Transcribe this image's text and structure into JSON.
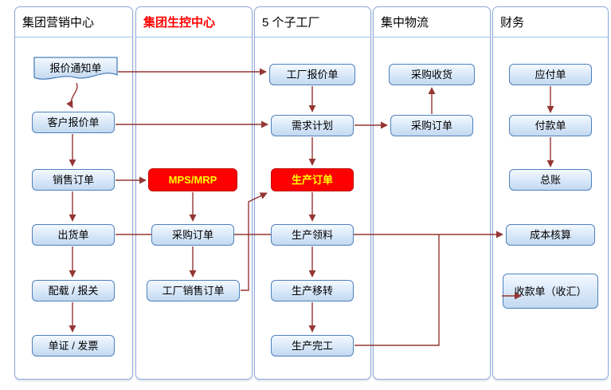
{
  "columns": [
    {
      "title": "集团营销中心",
      "color": "#000000"
    },
    {
      "title": "集团生控中心",
      "color": "#ff0000"
    },
    {
      "title": "5 个子工厂",
      "color": "#000000"
    },
    {
      "title": "集中物流",
      "color": "#000000"
    },
    {
      "title": "财务",
      "color": "#000000"
    }
  ],
  "nodes": {
    "quote_notice": "报价通知单",
    "customer_quote": "客户报价单",
    "sales_order": "销售订单",
    "shipment": "出货单",
    "loading_customs": "配载 / 报关",
    "docs_invoice": "单证 / 发票",
    "mps_mrp": "MPS/MRP",
    "group_purchase_order": "采购订单",
    "factory_sales_order": "工厂销售订单",
    "factory_quote": "工厂报价单",
    "demand_plan": "需求计划",
    "production_order": "生产订单",
    "production_picking": "生产领料",
    "production_transfer": "生产移转",
    "production_completion": "生产完工",
    "purchase_receipt": "采购收货",
    "logistics_purchase_order": "采购订单",
    "payable": "应付单",
    "payment": "付款单",
    "general_ledger": "总账",
    "cost_accounting": "成本核算",
    "receipt_collection": "收款单（收汇）"
  },
  "colors": {
    "arrow": "#943634",
    "node_border": "#4f81bd",
    "node_fill_top": "#f4f9fe",
    "node_fill_bottom": "#c3d9f0",
    "panel_border": "#8faadc",
    "highlight_fill": "#ff0000",
    "highlight_text": "#ffff00",
    "header_highlight": "#ff0000"
  }
}
